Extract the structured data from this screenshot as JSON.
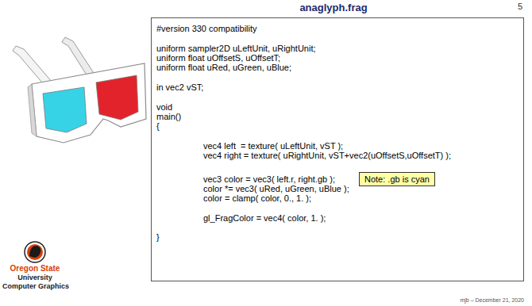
{
  "diagram": {
    "title": "anaglyph.frag",
    "nodes": [
      {
        "text": [
          "#version 330 compatibility",
          "uniform sampler2D uLeftUnit, uRightUnit;",
          "uniform float uOffsetS, uOffsetT;",
          "uniform float uRed, uGreen, uBlue;",
          "in vec2 vST;",
          "void",
          "main()",
          "{",
          "vec4 left  = texture( uLeftUnit, vST );",
          "vec4 right = texture( uRightUnit, vST+vec2(uOffsetS,uOffsetT) );",
          "vec3 color = vec3( left.r, right.gb );",
          "color *= vec3( uRed, uGreen, uBlue );",
          "color = clamp( color, 0., 1. );",
          "gl_FragColor = vec4( color, 1. );",
          "}"
        ]
      },
      {
        "text": [
          "Note: .gb is cyan"
        ],
        "in": 0
      }
    ],
    "labels": [
      "5",
      "Oregon State",
      "University",
      "Computer Graphics",
      "mjb – December 21, 2020"
    ]
  }
}
